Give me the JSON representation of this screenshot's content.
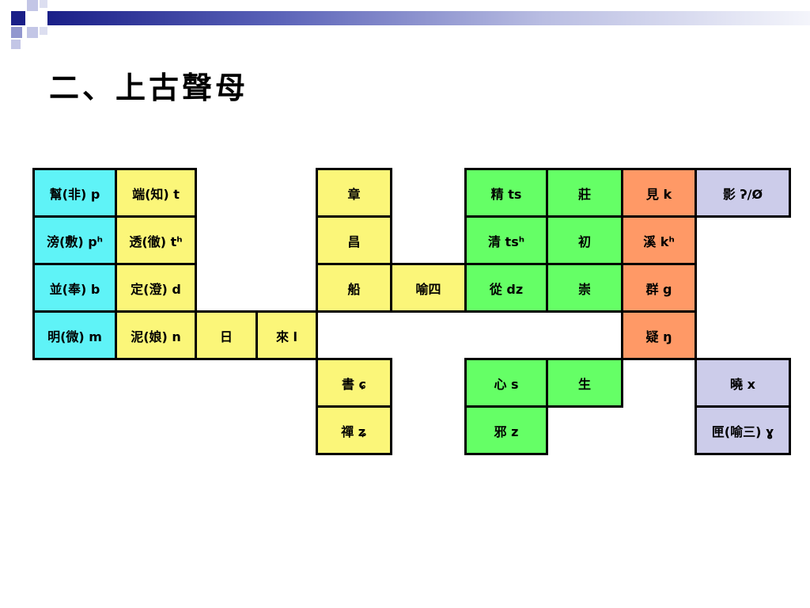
{
  "title": "二、上古聲母",
  "colors": {
    "cyan": "#5ff3f7",
    "yellow": "#fbf679",
    "green": "#65ff66",
    "orange": "#ff9966",
    "lavender": "#ccccea",
    "banner_dark": "#1a1f88"
  },
  "cells": {
    "r1c1": "幫(非) p",
    "r1c2": "端(知) t",
    "r1c5": "章",
    "r1c7": "精 ts",
    "r1c8": "莊",
    "r1c9": "見 k",
    "r1c10": "影 ʔ/Ø",
    "r2c1": "滂(敷) pʰ",
    "r2c2": "透(徹) tʰ",
    "r2c5": "昌",
    "r2c7": "清 tsʰ",
    "r2c8": "初",
    "r2c9": "溪 kʰ",
    "r3c1": "並(奉) b",
    "r3c2": "定(澄) d",
    "r3c5": "船",
    "r3c6": "喻四",
    "r3c7": "從 dz",
    "r3c8": "崇",
    "r3c9": "群 g",
    "r4c1": "明(微) m",
    "r4c2": "泥(娘) n",
    "r4c3": "日",
    "r4c4": "來 l",
    "r4c9": "疑 ŋ",
    "r5c5": "書 ɕ",
    "r5c7": "心 s",
    "r5c8": "生",
    "r5c10": "曉 x",
    "r6c5": "禪 ʑ",
    "r6c7": "邪 z",
    "r6c10": "匣(喻三) ɣ"
  }
}
